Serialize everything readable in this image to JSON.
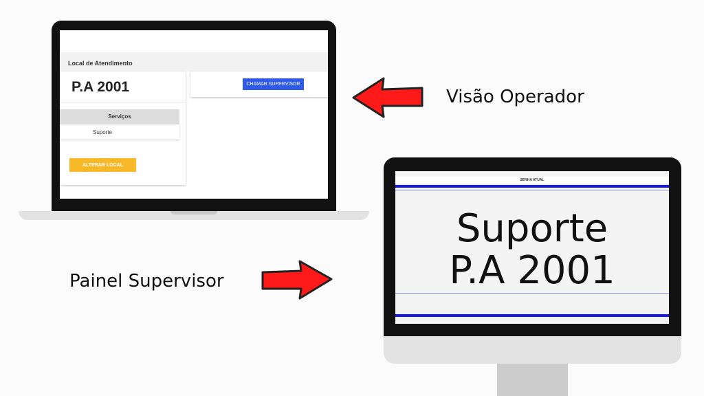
{
  "operator_app": {
    "section_title": "Local de Atendimento",
    "location_name": "P.A 2001",
    "services_header": "Serviços",
    "services": [
      "Suporte"
    ],
    "change_location_button": "ALTERAR LOCAL",
    "call_supervisor_button": "CHAMAR SUPERVISOR"
  },
  "panel": {
    "header": "SENHA ATUAL",
    "service": "Suporte",
    "location": "P.A 2001"
  },
  "captions": {
    "operator_view": "Visão Operador",
    "supervisor_panel": "Painel  Supervisor"
  },
  "colors": {
    "arrow": "#ff1a1a",
    "primary_button": "#2f5be8",
    "warning_button": "#f7b928",
    "panel_line": "#1818e6"
  }
}
